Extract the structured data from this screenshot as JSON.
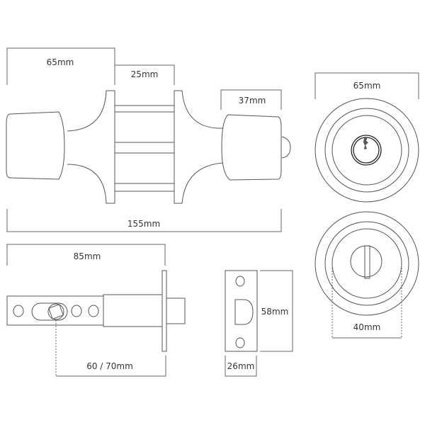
{
  "dimensions": {
    "knob_length": "65mm",
    "rose_spacing": "25mm",
    "knob_width": "37mm",
    "overall_length": "155mm",
    "rosette_diameter": "65mm",
    "latch_length": "85mm",
    "backset": "60 / 70mm",
    "strike_height": "58mm",
    "strike_width": "26mm",
    "turn_rosette_span": "40mm"
  }
}
